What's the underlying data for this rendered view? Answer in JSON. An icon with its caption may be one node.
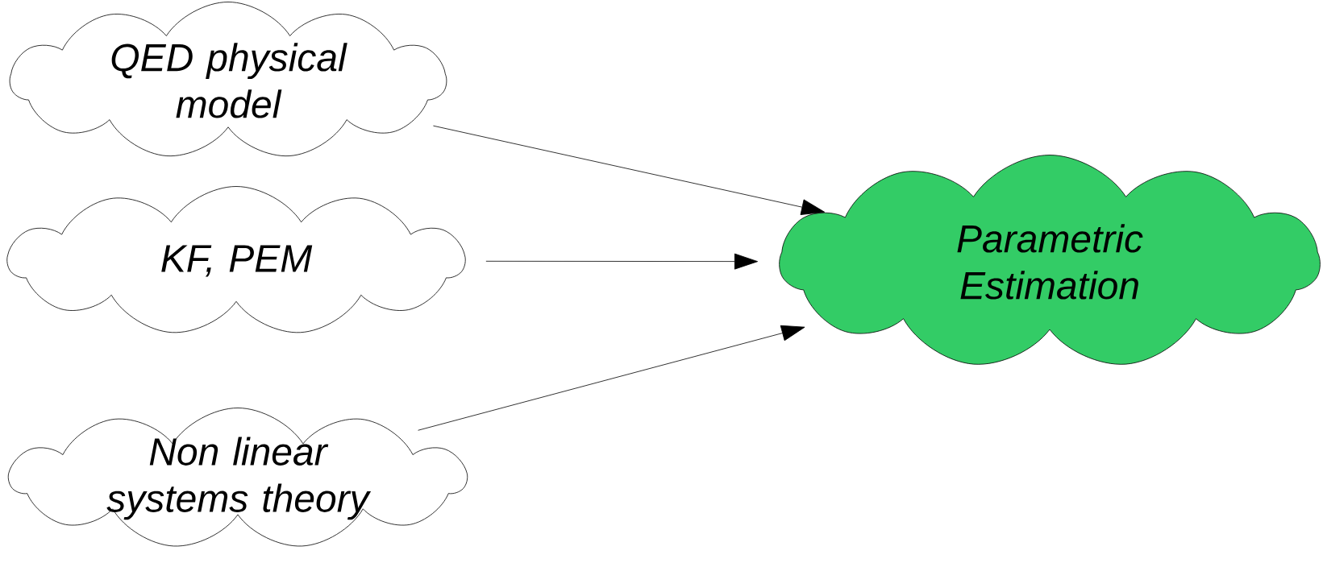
{
  "diagram": {
    "nodes": [
      {
        "text": [
          "QED physical model"
        ]
      },
      {
        "text": [
          "KF, PEM"
        ]
      },
      {
        "text": [
          "Non linear systems theory"
        ]
      },
      {
        "text": [
          "Parametric Estimation"
        ]
      }
    ],
    "edges": [
      {
        "from": 0,
        "to": 3,
        "arrow": "to"
      },
      {
        "from": 1,
        "to": 3,
        "arrow": "to"
      },
      {
        "from": 2,
        "to": 3,
        "arrow": "to"
      }
    ]
  }
}
